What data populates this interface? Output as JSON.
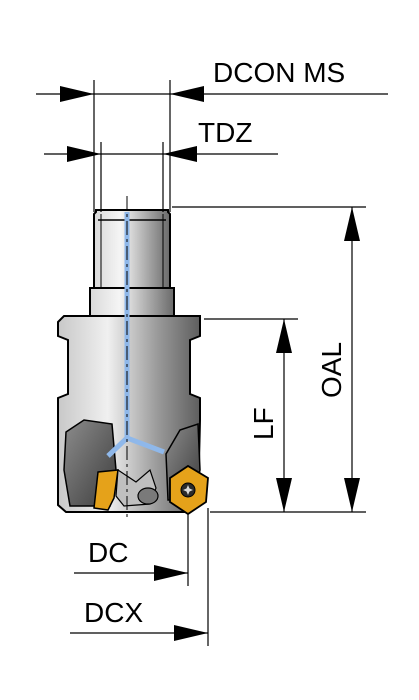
{
  "labels": {
    "dcon_ms": "DCON MS",
    "tdz": "TDZ",
    "oal": "OAL",
    "lf": "LF",
    "dc": "DC",
    "dcx": "DCX"
  },
  "colors": {
    "line": "#000000",
    "body_outline": "#000000",
    "body_fill_light": "#f2f2f2",
    "body_fill_mid": "#bdbdbd",
    "body_fill_dark": "#6d6d6d",
    "coolant_channel": "#8fb8ea",
    "insert_gold": "#e5a21a",
    "insert_dark": "#3a2a05"
  }
}
